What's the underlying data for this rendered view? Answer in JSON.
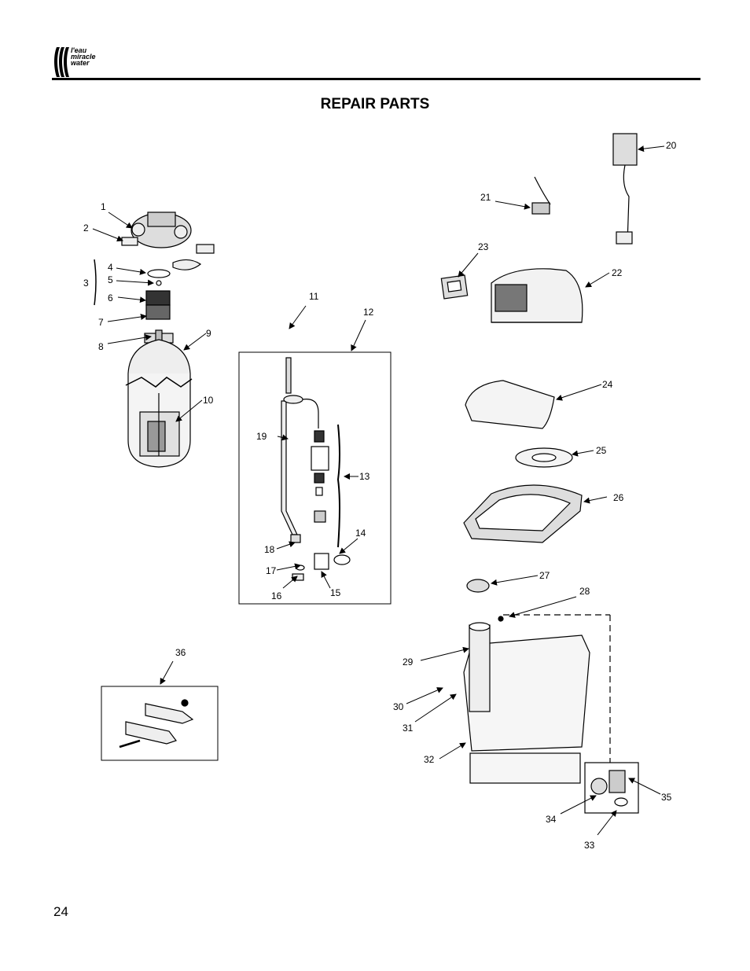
{
  "header": {
    "logo_text": [
      "l'eau",
      "miracle",
      "water"
    ]
  },
  "title": "REPAIR PARTS",
  "page_number": "24",
  "parts": [
    "1",
    "2",
    "3",
    "4",
    "5",
    "6",
    "7",
    "8",
    "9",
    "10",
    "11",
    "12",
    "13",
    "14",
    "15",
    "16",
    "17",
    "18",
    "19",
    "20",
    "21",
    "22",
    "23",
    "24",
    "25",
    "26",
    "27",
    "28",
    "29",
    "30",
    "31",
    "32",
    "33",
    "34",
    "35",
    "36"
  ]
}
